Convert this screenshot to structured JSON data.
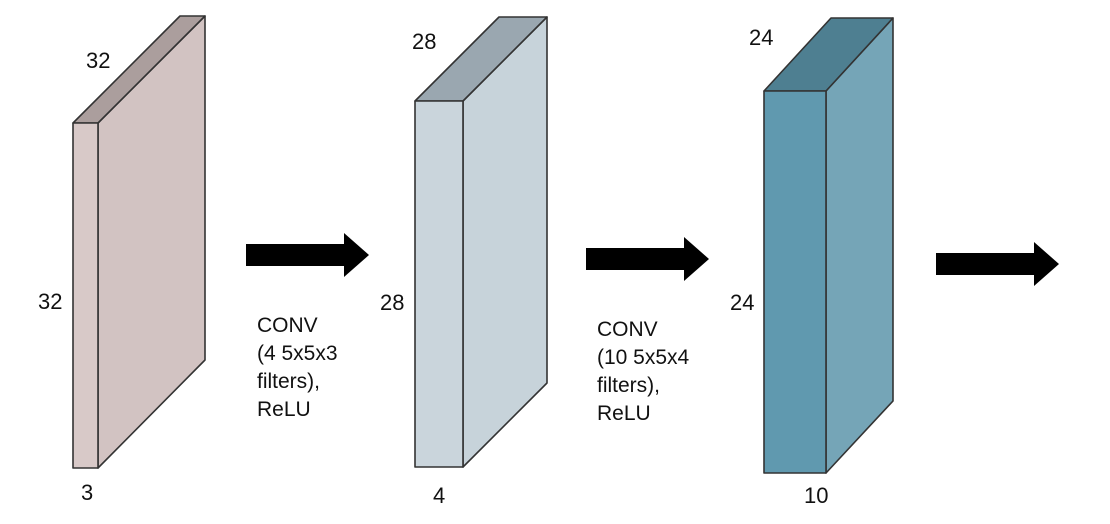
{
  "volumes": [
    {
      "id": "input",
      "width_label": "32",
      "height_label": "32",
      "depth_label": "3",
      "colors": {
        "front": "#d8c9c8",
        "side": "#d2c3c2",
        "top": "#ab9e9d"
      }
    },
    {
      "id": "conv1-output",
      "width_label": "28",
      "height_label": "28",
      "depth_label": "4",
      "colors": {
        "front": "#cad5dc",
        "side": "#c7d3da",
        "top": "#9aa7b0"
      }
    },
    {
      "id": "conv2-output",
      "width_label": "24",
      "height_label": "24",
      "depth_label": "10",
      "colors": {
        "front": "#6099af",
        "side": "#75a5b7",
        "top": "#4e7f91"
      }
    }
  ],
  "operations": [
    {
      "lines": [
        "CONV",
        "(4 5x5x3",
        "filters),",
        "ReLU"
      ]
    },
    {
      "lines": [
        "CONV",
        "(10 5x5x4",
        "filters),",
        "ReLU"
      ]
    }
  ],
  "arrow_color": "#000000",
  "outline_color": "#333333"
}
